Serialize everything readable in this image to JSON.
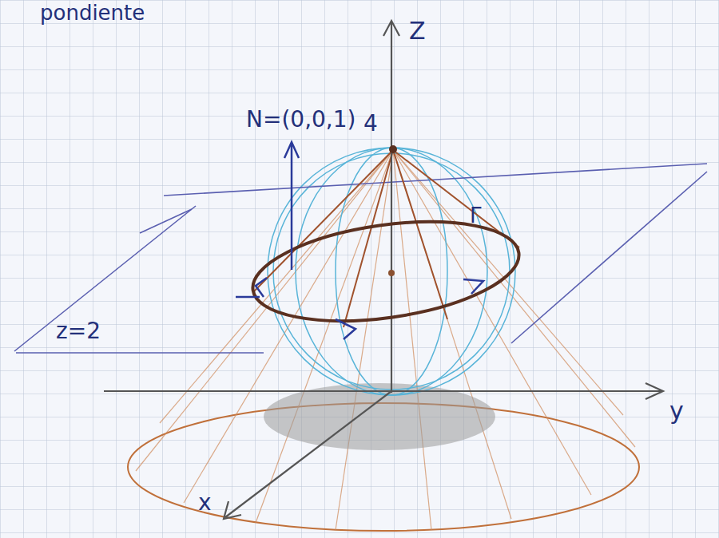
{
  "diagram": {
    "labels": [
      "pondiente",
      "Z",
      "N=(0,0,1)",
      "4",
      "Γ",
      "z=2",
      "y",
      "x"
    ]
  }
}
